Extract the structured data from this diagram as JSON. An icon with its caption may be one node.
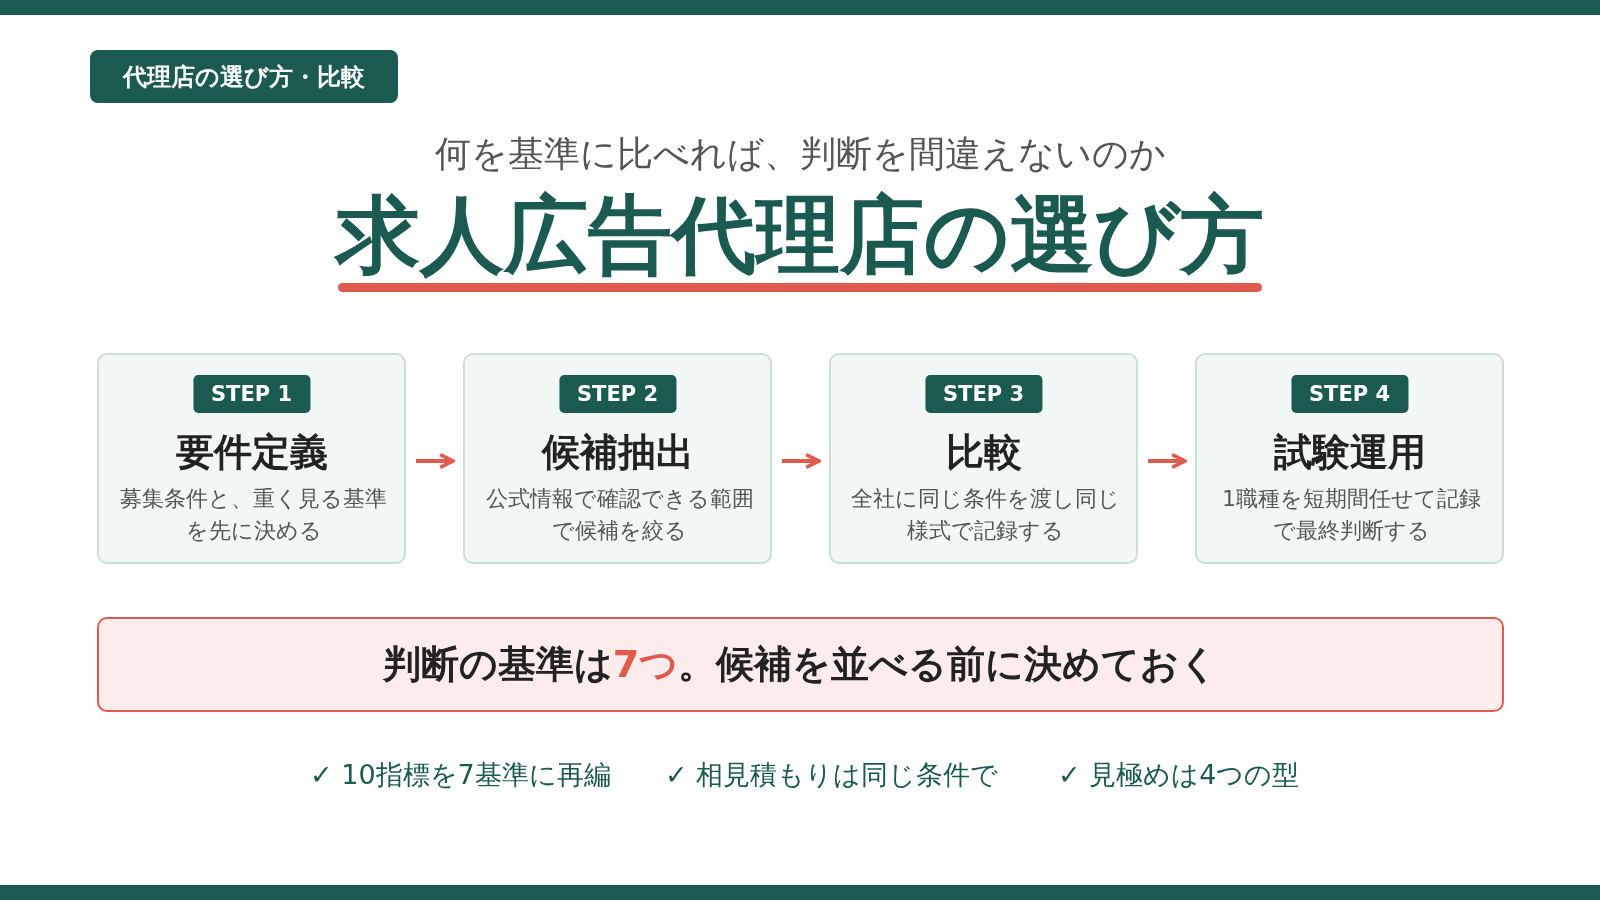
{
  "diagram": {
    "title": "求人広告代理店の選び方",
    "nodes": [
      {
        "text": [
          "STEP 1",
          "要件定義",
          "募集条件と、重く見る基準を先に決める"
        ]
      },
      {
        "text": [
          "STEP 2",
          "候補抽出",
          "公式情報で確認できる範囲で候補を絞る"
        ]
      },
      {
        "text": [
          "STEP 3",
          "比較",
          "全社に同じ条件を渡し同じ様式で記録する"
        ]
      },
      {
        "text": [
          "STEP 4",
          "試験運用",
          "1職種を短期間任せて記録で最終判断する"
        ]
      },
      {
        "text": [
          "判断の基準は**7つ**。候補を並べる前に決めておく"
        ]
      }
    ],
    "edges": [
      {
        "from": 0,
        "to": 1,
        "arrow": "to"
      },
      {
        "from": 1,
        "to": 2,
        "arrow": "to"
      },
      {
        "from": 2,
        "to": 3,
        "arrow": "to"
      }
    ],
    "labels": [
      "代理店の選び方・比較",
      "何を基準に比べれば、判断を間違えないのか",
      "✓ 10指標を7基準に再編",
      "✓ 相見積もりは同じ条件で",
      "✓ 見極めは4つの型"
    ]
  }
}
